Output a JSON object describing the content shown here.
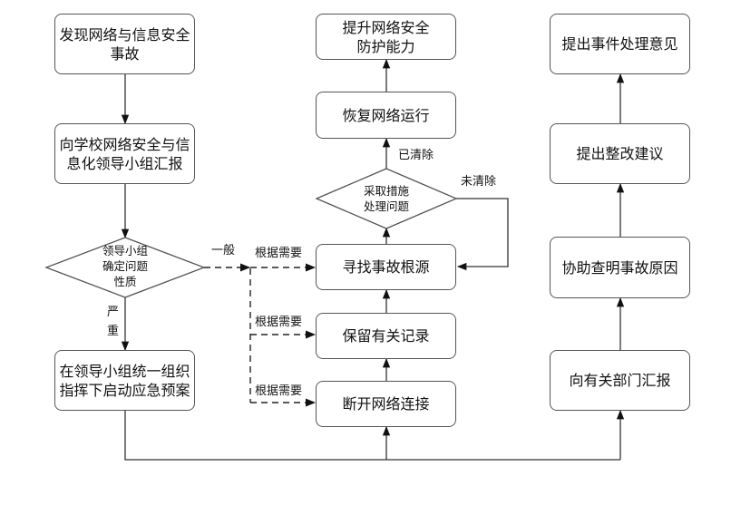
{
  "diagram": {
    "nodes": {
      "discover": "发现网络与信息安全\n事故",
      "report_school": "向学校网络安全与信\n息化领导小组汇报",
      "decision_nature": "领导小组\n确定问题\n性质",
      "emergency_plan": "在领导小组统一组织\n指挥下启动应急预案",
      "disconnect": "断开网络连接",
      "keep_records": "保留有关记录",
      "find_root": "寻找事故根源",
      "decision_measures": "采取措施\n处理问题",
      "restore": "恢复网络运行",
      "improve": "提升网络安全\n防护能力",
      "report_dept": "向有关部门汇报",
      "assist_cause": "协助查明事故原因",
      "rectify": "提出整改建议",
      "opinion": "提出事件处理意见"
    },
    "edge_labels": {
      "general": "一般",
      "serious": "严\n重",
      "as_needed_1": "根据需要",
      "as_needed_2": "根据需要",
      "as_needed_3": "根据需要",
      "cleared": "已清除",
      "not_cleared": "未清除"
    }
  }
}
